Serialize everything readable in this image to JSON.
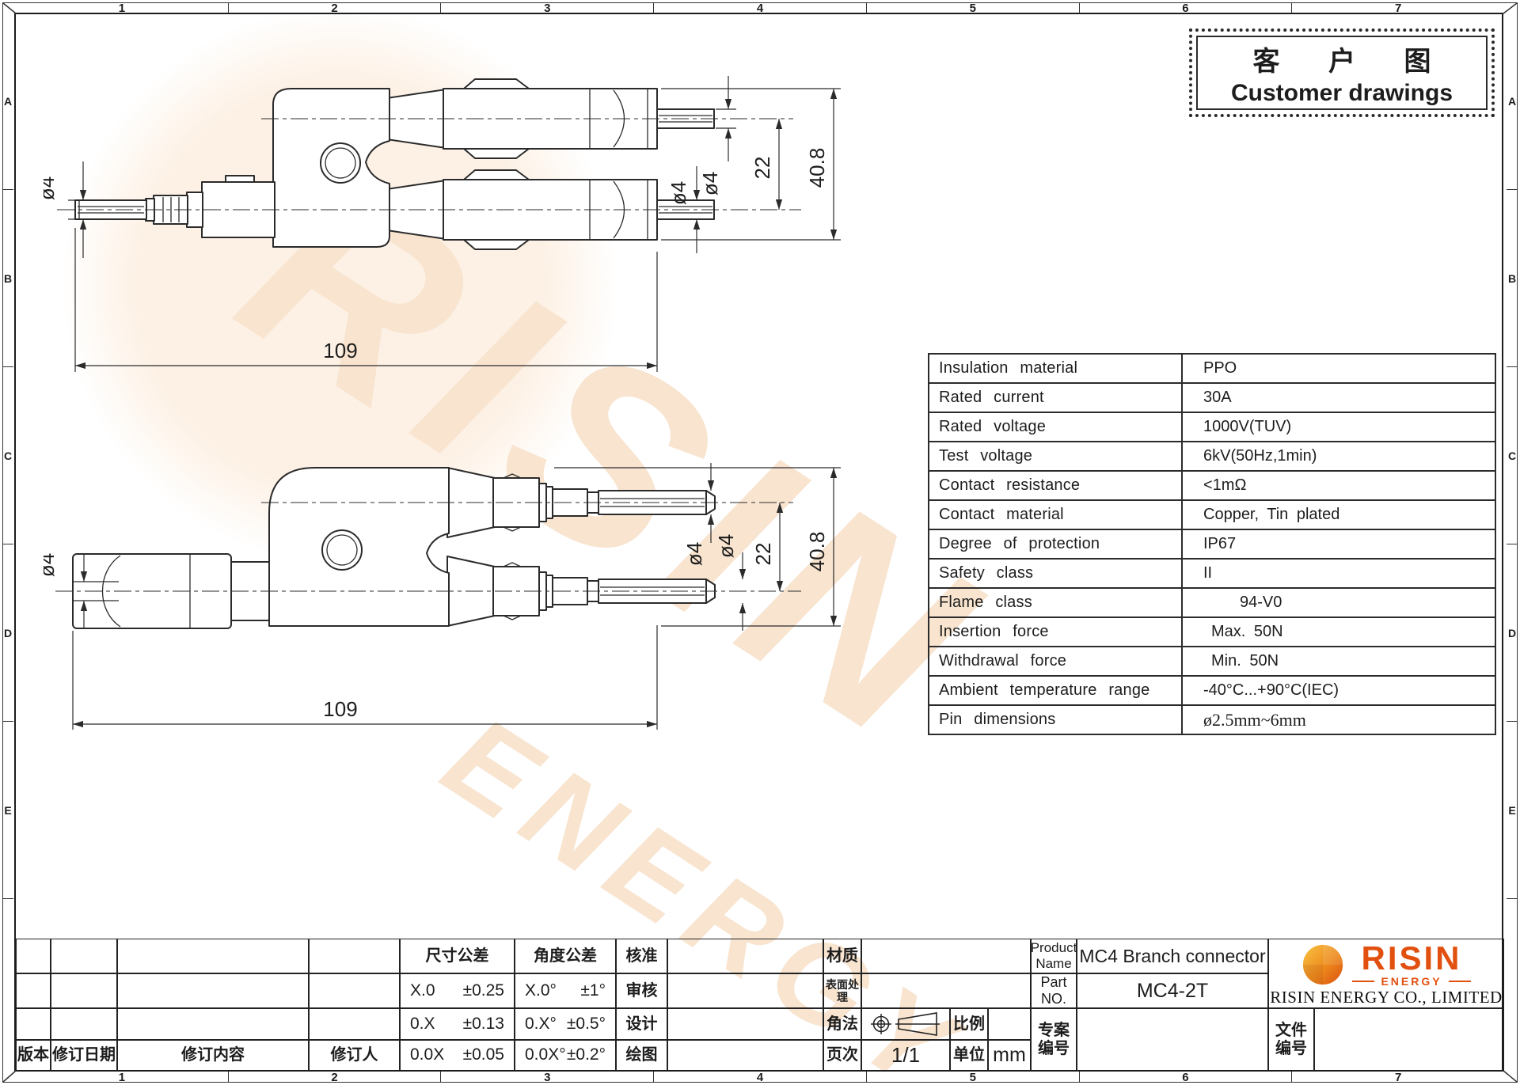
{
  "zones": {
    "columns": [
      "1",
      "2",
      "3",
      "4",
      "5",
      "6",
      "7"
    ],
    "rows": [
      "A",
      "B",
      "C",
      "D",
      "E"
    ]
  },
  "title_box": {
    "title_cn": "客 户 图",
    "title_en": "Customer drawings"
  },
  "watermark": {
    "line1": "RISIN",
    "line2": "ENERGY",
    "color": "#f8e4cf"
  },
  "drawings": {
    "top": {
      "dims": {
        "pin_dia": "ø4",
        "length": "109",
        "tube1_dia": "ø4",
        "tube2_dia": "ø4",
        "branch_pitch": "22",
        "overall_height": "40.8"
      }
    },
    "bottom": {
      "dims": {
        "pin_dia": "ø4",
        "length": "109",
        "tube1_dia": "ø4",
        "tube2_dia": "ø4",
        "branch_pitch": "22",
        "overall_height": "40.8"
      }
    }
  },
  "spec_table": {
    "rows": [
      {
        "label": "Insulation material",
        "value": "PPO"
      },
      {
        "label": "Rated current",
        "value": "30A"
      },
      {
        "label": "Rated voltage",
        "value": "1000V(TUV)"
      },
      {
        "label": "Test voltage",
        "value": "6kV(50Hz,1min)"
      },
      {
        "label": "Contact resistance",
        "value": "<1mΩ"
      },
      {
        "label": "Contact material",
        "value": "Copper, Tin plated"
      },
      {
        "label": "Degree of protection",
        "value": "IP67"
      },
      {
        "label": "Safety class",
        "value": "II"
      },
      {
        "label": "Flame class",
        "value": "94-V0"
      },
      {
        "label": "Insertion force",
        "value": "Max. 50N"
      },
      {
        "label": "Withdrawal force",
        "value": "Min. 50N"
      },
      {
        "label": "Ambient temperature range",
        "value": "-40°C...+90°C(IEC)"
      },
      {
        "label": "Pin dimensions",
        "value": "ø2.5mm~6mm"
      }
    ]
  },
  "revision_block": {
    "version": "版本",
    "date": "修订日期",
    "content": "修订内容",
    "by": "修订人"
  },
  "tolerance_block": {
    "dim_header": "尺寸公差",
    "ang_header": "角度公差",
    "dim_rows": [
      [
        "X.0",
        "±0.25"
      ],
      [
        "0.X",
        "±0.13"
      ],
      [
        "0.0X",
        "±0.05"
      ]
    ],
    "ang_rows": [
      [
        "X.0°",
        "±1°"
      ],
      [
        "0.X°",
        "±0.5°"
      ],
      [
        "0.0X°",
        "±0.2°"
      ]
    ]
  },
  "approval_block": {
    "approve": "核准",
    "review": "审核",
    "design": "设计",
    "draft": "绘图"
  },
  "info_block": {
    "material": "材质",
    "surface": "表面处理",
    "projection": "角法",
    "scale": "比例",
    "page": "页次",
    "page_value": "1/1",
    "unit": "单位",
    "unit_value": "mm"
  },
  "product_block": {
    "product_label": "Product Name",
    "product_value": "MC4 Branch connector",
    "part_label": "Part NO.",
    "part_value": "MC4-2T",
    "project_label": "专案编号",
    "doc_label": "文件编号"
  },
  "company": {
    "logo_text": "RISIN",
    "logo_sub": "ENERGY",
    "name": "RISIN ENERGY CO., LIMITED",
    "brand_color": "#e2500f"
  }
}
